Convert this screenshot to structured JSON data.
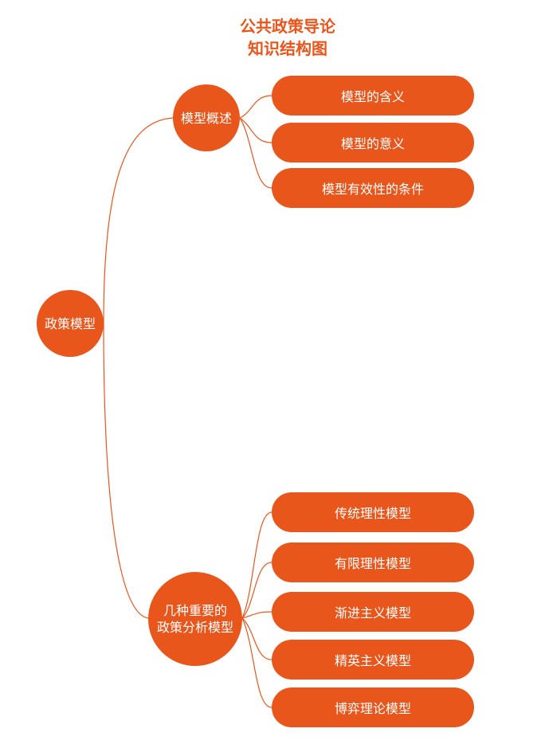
{
  "title": {
    "line1": "公共政策导论",
    "line2": "知识结构图"
  },
  "colors": {
    "accent": "#E8561C",
    "text_on_accent": "#FFFFFF"
  },
  "root": {
    "label": "政策模型"
  },
  "branches": [
    {
      "label": "模型概述",
      "children": [
        "模型的含义",
        "模型的意义",
        "模型有效性的条件"
      ]
    },
    {
      "label_line1": "几种重要的",
      "label_line2": "政策分析模型",
      "children": [
        "传统理性模型",
        "有限理性模型",
        "渐进主义模型",
        "精英主义模型",
        "博弈理论模型"
      ]
    }
  ]
}
